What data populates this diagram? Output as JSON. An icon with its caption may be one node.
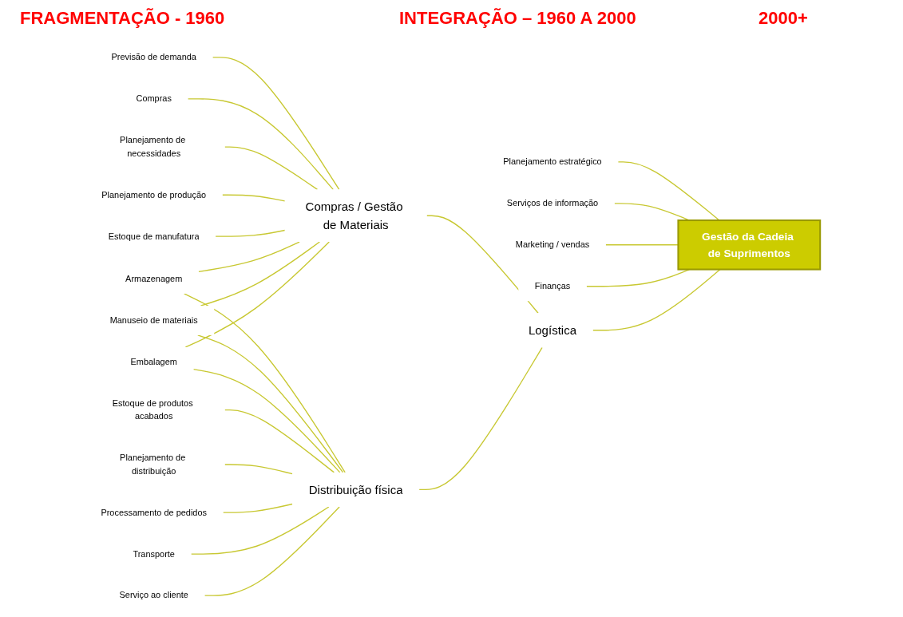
{
  "diagram": {
    "nodes": [
      {
        "text": [
          "Previsão de demanda"
        ]
      },
      {
        "text": [
          "Compras"
        ]
      },
      {
        "text": [
          "Planejamento de necessidades"
        ]
      },
      {
        "text": [
          "Planejamento de produção"
        ]
      },
      {
        "text": [
          "Estoque de manufatura"
        ]
      },
      {
        "text": [
          "Armazenagem"
        ]
      },
      {
        "text": [
          "Manuseio de materiais"
        ]
      },
      {
        "text": [
          "Embalagem"
        ]
      },
      {
        "text": [
          "Estoque de produtos acabados"
        ]
      },
      {
        "text": [
          "Planejamento de distribuição"
        ]
      },
      {
        "text": [
          "Processamento de pedidos"
        ]
      },
      {
        "text": [
          "Transporte"
        ]
      },
      {
        "text": [
          "Serviço ao cliente"
        ]
      },
      {
        "text": [
          "Planejamento estratégico"
        ]
      },
      {
        "text": [
          "Serviços de informação"
        ]
      },
      {
        "text": [
          "Marketing / vendas"
        ]
      },
      {
        "text": [
          "Finanças"
        ]
      },
      {
        "text": [
          "Compras / Gestão de Materiais"
        ]
      },
      {
        "text": [
          "Distribuição física"
        ]
      },
      {
        "text": [
          "Logística"
        ]
      },
      {
        "text": [
          "Gestão da Cadeia de Suprimentos"
        ]
      }
    ],
    "edges": [
      {
        "from": 0,
        "to": 17,
        "arrow": "none"
      },
      {
        "from": 1,
        "to": 17,
        "arrow": "none"
      },
      {
        "from": 2,
        "to": 17,
        "arrow": "none"
      },
      {
        "from": 3,
        "to": 17,
        "arrow": "none"
      },
      {
        "from": 4,
        "to": 17,
        "arrow": "none"
      },
      {
        "from": 5,
        "to": 17,
        "arrow": "none"
      },
      {
        "from": 6,
        "to": 17,
        "arrow": "none"
      },
      {
        "from": 7,
        "to": 17,
        "arrow": "none"
      },
      {
        "from": 5,
        "to": 18,
        "arrow": "none"
      },
      {
        "from": 6,
        "to": 18,
        "arrow": "none"
      },
      {
        "from": 7,
        "to": 18,
        "arrow": "none"
      },
      {
        "from": 8,
        "to": 18,
        "arrow": "none"
      },
      {
        "from": 9,
        "to": 18,
        "arrow": "none"
      },
      {
        "from": 10,
        "to": 18,
        "arrow": "none"
      },
      {
        "from": 11,
        "to": 18,
        "arrow": "none"
      },
      {
        "from": 12,
        "to": 18,
        "arrow": "none"
      },
      {
        "from": 17,
        "to": 19,
        "arrow": "none"
      },
      {
        "from": 18,
        "to": 19,
        "arrow": "none"
      },
      {
        "from": 13,
        "to": 20,
        "arrow": "none"
      },
      {
        "from": 14,
        "to": 20,
        "arrow": "none"
      },
      {
        "from": 15,
        "to": 20,
        "arrow": "none"
      },
      {
        "from": 16,
        "to": 20,
        "arrow": "none"
      },
      {
        "from": 19,
        "to": 20,
        "arrow": "none"
      }
    ],
    "labels": [
      "FRAGMENTAÇÃO - 1960",
      "INTEGRAÇÃO – 1960 A 2000",
      "2000+"
    ]
  }
}
